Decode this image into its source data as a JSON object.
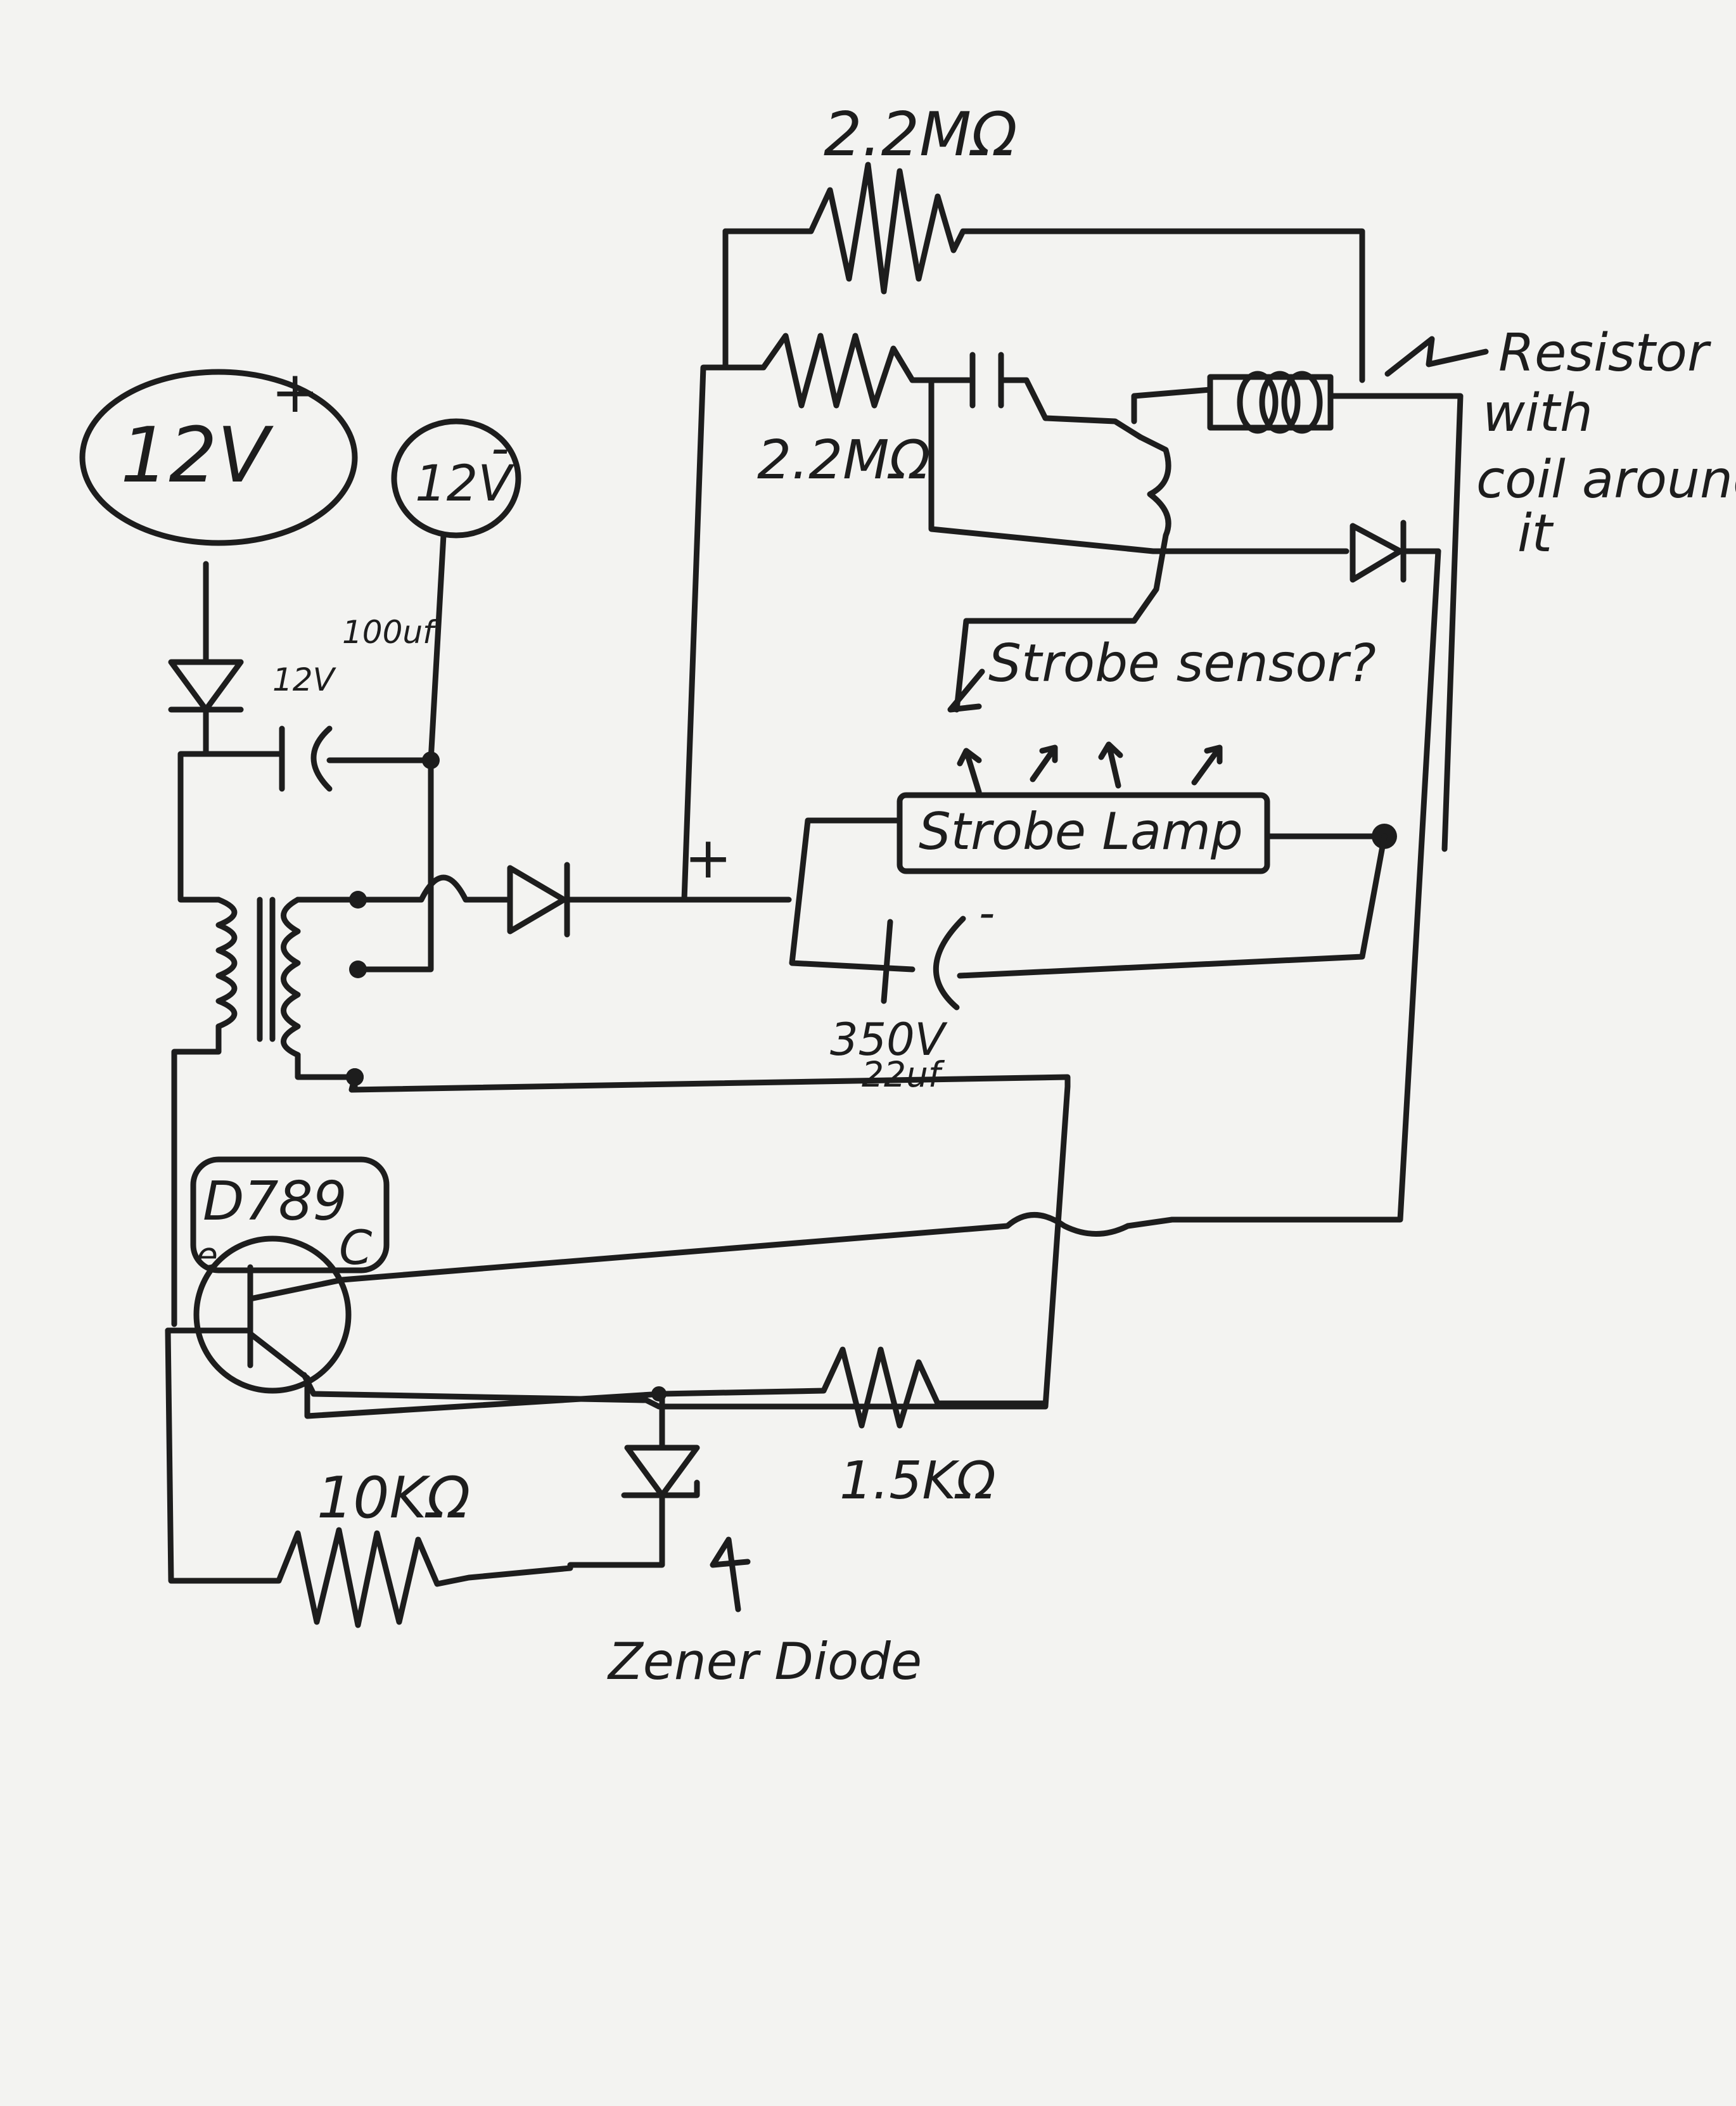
{
  "labels": {
    "battery_pos": "12V",
    "battery_pos_sign": "+",
    "battery_neg": "12V",
    "battery_neg_sign": "-",
    "input_cap_value": "100uf",
    "input_cap_voltage": "12V",
    "top_resistor": "2.2MΩ",
    "second_resistor": "2.2MΩ",
    "coil_note_line1": "Resistor",
    "coil_note_line2": "with",
    "coil_note_line3": "coil around",
    "coil_note_line4": "it",
    "strobe_sensor": "Strobe sensor?",
    "strobe_lamp": "Strobe Lamp",
    "plus_sign": "+",
    "main_cap_voltage": "350V",
    "main_cap_value": "22uf",
    "transistor": "D789",
    "transistor_c": "C",
    "transistor_e": "e",
    "resistor_10k": "10KΩ",
    "resistor_1k5": "1.5KΩ",
    "zener": "Zener Diode"
  }
}
